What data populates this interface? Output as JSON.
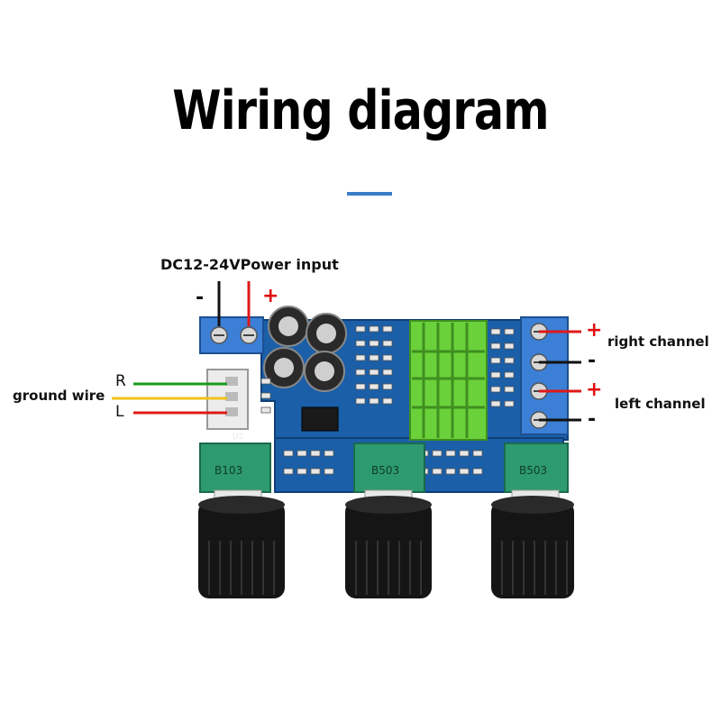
{
  "title": "Wiring diagram",
  "power": {
    "label": "DC12-24VPower input",
    "minus": "-",
    "plus": "+"
  },
  "input": {
    "right_label": "R",
    "ground_label": "ground wire",
    "left_label": "L"
  },
  "outputs": {
    "right_channel": "right channel",
    "left_channel": "left channel",
    "plus": "+",
    "minus": "-"
  },
  "potentiometers": [
    {
      "marking": "B103"
    },
    {
      "marking": "B503"
    },
    {
      "marking": "B503"
    }
  ],
  "chip_label": "U2",
  "colors": {
    "board": "#1a5fa8",
    "terminal": "#3b7fd6",
    "heatsink": "#6ad13a",
    "pot_body": "#2e9a70",
    "knob": "#151515",
    "wire_red": "#e01818",
    "wire_black": "#111111",
    "wire_green": "#1a9a1a",
    "wire_yellow": "#f2c21a",
    "accent": "#3a7bc8"
  }
}
